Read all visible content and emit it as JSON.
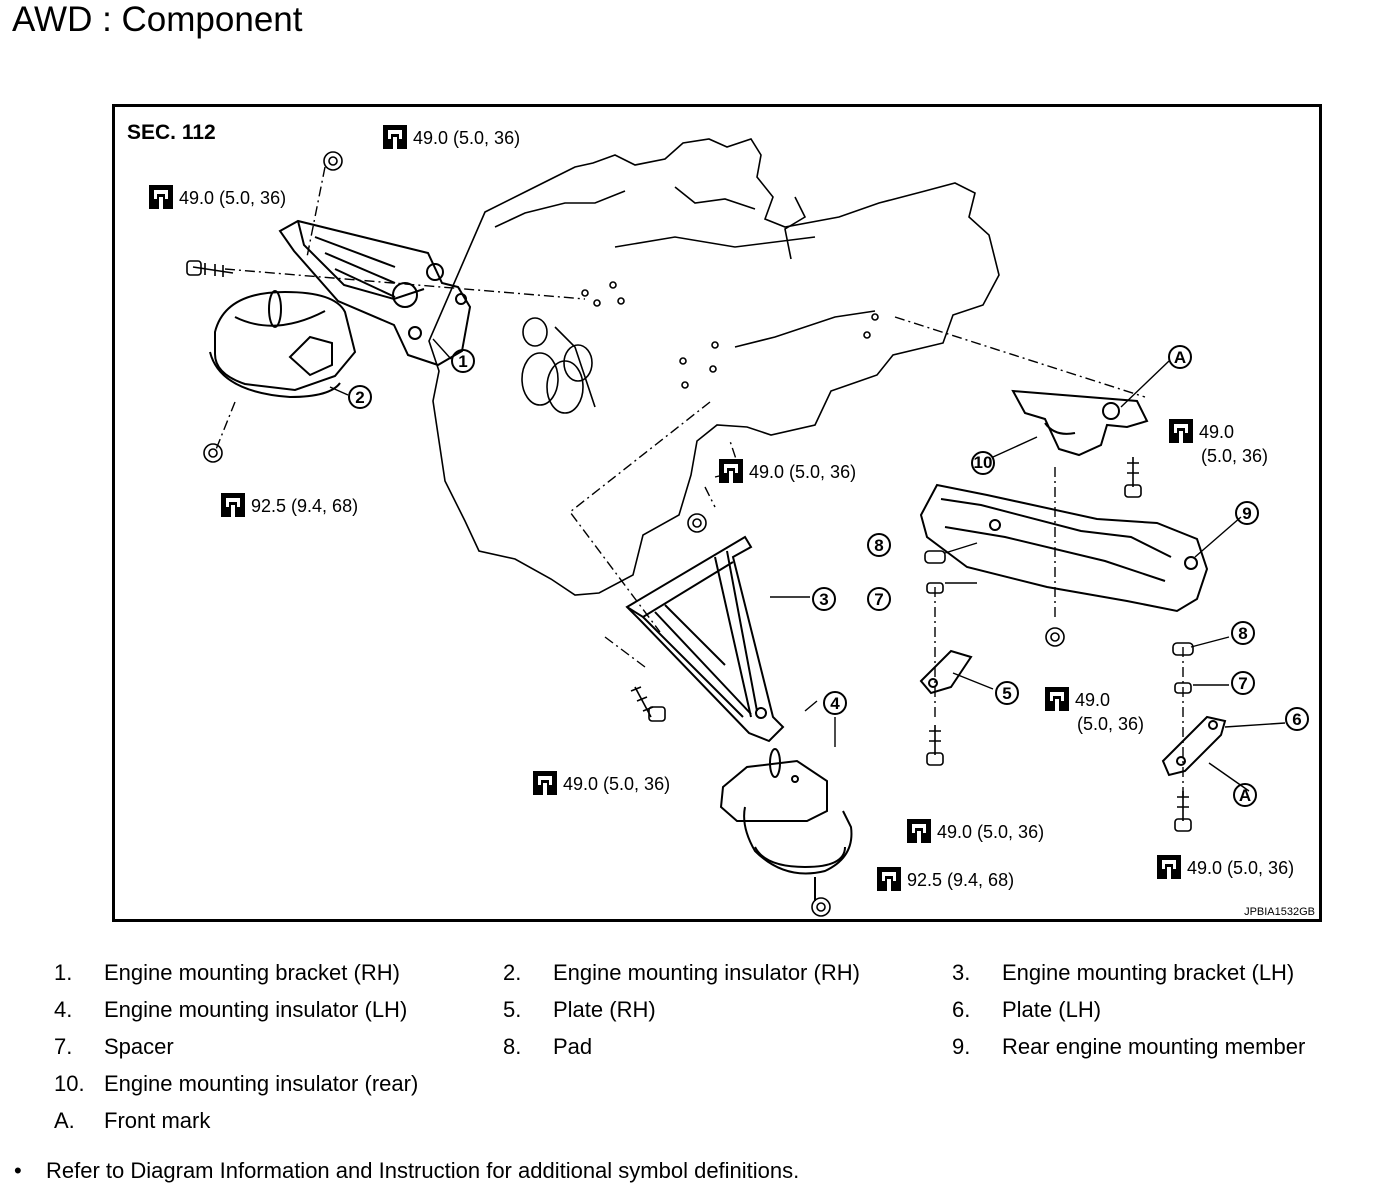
{
  "title": "AWD : Component",
  "figure": {
    "section": "SEC. 112",
    "code": "JPBIA1532GB",
    "torques": [
      "49.0 (5.0, 36)",
      "49.0 (5.0, 36)",
      "92.5 (9.4, 68)",
      "49.0 (5.0, 36)",
      "49.0 (5.0, 36)",
      "92.5 (9.4, 68)",
      "49.0 (5.0, 36)",
      "49.0 (5.0, 36)"
    ],
    "torque_split": [
      {
        "a": "49.0",
        "b": "(5.0, 36)"
      },
      {
        "a": "49.0",
        "b": "(5.0, 36)"
      }
    ],
    "callouts": [
      "1",
      "2",
      "3",
      "4",
      "5",
      "6",
      "7",
      "8",
      "9",
      "10",
      "A",
      "A",
      "7",
      "8"
    ]
  },
  "legend": [
    {
      "n": "1.",
      "t": "Engine mounting bracket (RH)"
    },
    {
      "n": "2.",
      "t": "Engine mounting insulator (RH)"
    },
    {
      "n": "3.",
      "t": "Engine mounting bracket (LH)"
    },
    {
      "n": "4.",
      "t": "Engine mounting insulator (LH)"
    },
    {
      "n": "5.",
      "t": "Plate (RH)"
    },
    {
      "n": "6.",
      "t": "Plate (LH)"
    },
    {
      "n": "7.",
      "t": "Spacer"
    },
    {
      "n": "8.",
      "t": "Pad"
    },
    {
      "n": "9.",
      "t": "Rear engine mounting member"
    },
    {
      "n": "10.",
      "t": "Engine mounting insulator (rear)"
    },
    {
      "n": "A.",
      "t": "Front mark"
    }
  ],
  "note": "Refer to Diagram Information and Instruction for additional symbol definitions."
}
